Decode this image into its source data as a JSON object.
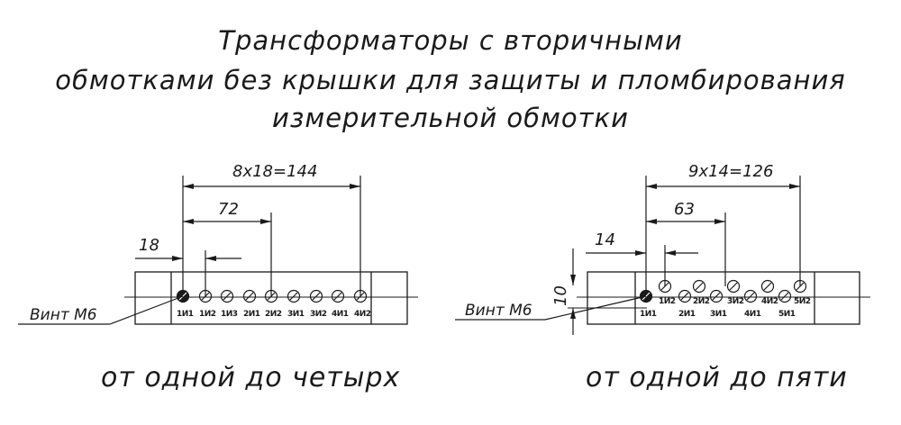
{
  "title": {
    "line1": "Трансформаторы  с вторичными",
    "line2": "обмотками без крышки для защиты и пломбирования",
    "line3": "измерительной обмотки"
  },
  "left_block": {
    "screw_label": "Винт М6",
    "dim_total": "8х18=144",
    "dim_half": "72",
    "dim_pitch": "18",
    "terminals": [
      "1И1",
      "1И2",
      "1И3",
      "2И1",
      "2И2",
      "3И1",
      "3И2",
      "4И1",
      "4И2"
    ],
    "caption": "от одной до четырх"
  },
  "right_block": {
    "screw_label": "Винт М6",
    "dim_total": "9х14=126",
    "dim_half": "63",
    "dim_pitch": "14",
    "dim_height": "10",
    "terminals_top": [
      "1И2",
      "2И2",
      "3И2",
      "4И2",
      "5И2"
    ],
    "terminals_bottom": [
      "1И1",
      "2И1",
      "3И1",
      "4И1",
      "5И1"
    ],
    "caption": "от одной до пяти"
  }
}
